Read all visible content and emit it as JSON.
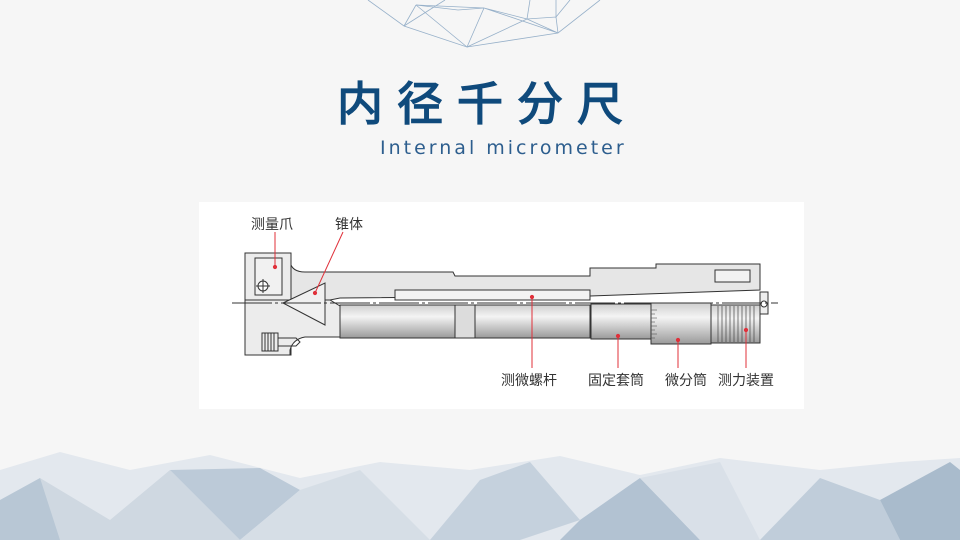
{
  "slide": {
    "title": "内径千分尺",
    "subtitle": "Internal micrometer"
  },
  "diagram": {
    "labels": {
      "jaw": "测量爪",
      "cone": "锥体",
      "spindle": "测微螺杆",
      "sleeve": "固定套筒",
      "thimble": "微分筒",
      "ratchet": "测力装置"
    }
  },
  "colors": {
    "title": "#0f4a7c",
    "leader": "#e0303a",
    "mesh": "#6a8fb3"
  }
}
